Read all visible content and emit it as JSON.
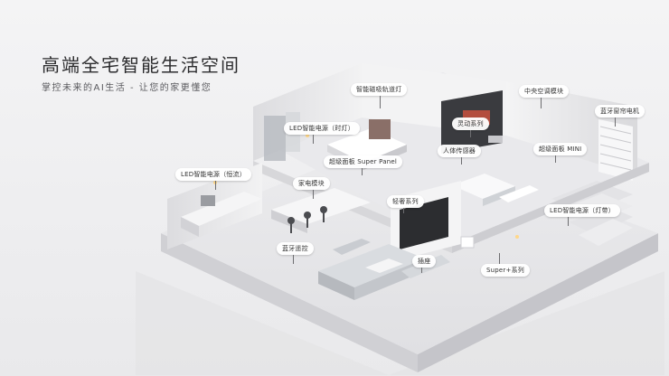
{
  "heading": {
    "title": "高端全宅智能生活空间",
    "subtitle": "掌控未来的AI生活 - 让您的家更懂您"
  },
  "callouts": [
    {
      "id": "track-light",
      "label": "智能磁吸轨道灯"
    },
    {
      "id": "central-ac",
      "label": "中央空调模块"
    },
    {
      "id": "curtain-motor",
      "label": "蓝牙窗帘电机"
    },
    {
      "id": "led-table-lamp",
      "label": "LED智能电源（时灯）"
    },
    {
      "id": "lingdong",
      "label": "灵动系列"
    },
    {
      "id": "body-sensor",
      "label": "人体传感器"
    },
    {
      "id": "mini-panel",
      "label": "超级面板 MINI"
    },
    {
      "id": "super-panel",
      "label": "超级面板 Super Panel"
    },
    {
      "id": "led-constant",
      "label": "LED智能电源（恒流）"
    },
    {
      "id": "appliance-module",
      "label": "家电模块"
    },
    {
      "id": "qingshe",
      "label": "轻奢系列"
    },
    {
      "id": "led-strip",
      "label": "LED智能电源（灯带）"
    },
    {
      "id": "bt-remote",
      "label": "蓝牙遥控"
    },
    {
      "id": "socket",
      "label": "插座"
    },
    {
      "id": "super-plus",
      "label": "Super+系列"
    }
  ],
  "colors": {
    "wall": "#f7f7f8",
    "floor": "#e4e4e6",
    "shadow": "#cfcfd3",
    "dark": "#2f3033",
    "accent": "#e6574a"
  }
}
